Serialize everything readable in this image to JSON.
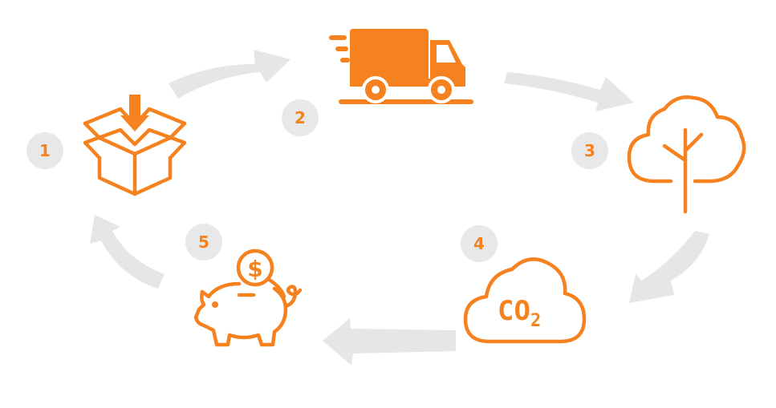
{
  "colors": {
    "accent": "#f5821f",
    "arrow": "#e6e6e6",
    "badge_bg": "#e8e8e8"
  },
  "steps": [
    {
      "number": "1",
      "icon": "open-box-icon"
    },
    {
      "number": "2",
      "icon": "delivery-truck-icon"
    },
    {
      "number": "3",
      "icon": "tree-icon"
    },
    {
      "number": "4",
      "icon": "co2-cloud-icon"
    },
    {
      "number": "5",
      "icon": "piggy-bank-coin-icon"
    }
  ],
  "co2_label": {
    "main": "CO",
    "sub": "2"
  },
  "coin_symbol": "$"
}
